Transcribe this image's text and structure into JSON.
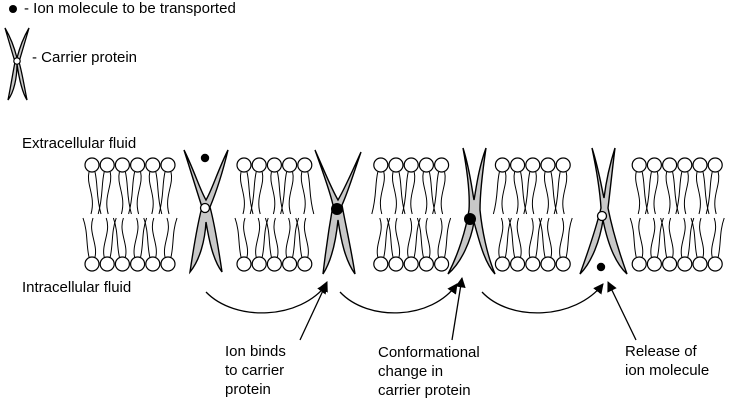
{
  "legend": {
    "ion_label": "- Ion molecule to be transported",
    "carrier_label": "- Carrier protein"
  },
  "regions": {
    "extracellular": "Extracellular fluid",
    "intracellular": "Intracellular fluid"
  },
  "steps": [
    {
      "label": "Ion binds\nto carrier\nprotein"
    },
    {
      "label": "Conformational\nchange in\ncarrier protein"
    },
    {
      "label": "Release of\nion molecule"
    }
  ],
  "colors": {
    "protein_fill": "#c8c8c8",
    "ink": "#000000",
    "background": "#ffffff"
  }
}
